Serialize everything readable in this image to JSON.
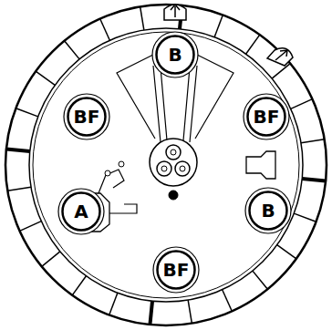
{
  "diagram": {
    "nodes": [
      {
        "text": [
          "B"
        ]
      },
      {
        "text": [
          "BF"
        ]
      },
      {
        "text": [
          "BF"
        ]
      },
      {
        "text": [
          "A"
        ]
      },
      {
        "text": [
          "B"
        ]
      },
      {
        "text": [
          "BF"
        ]
      }
    ]
  }
}
